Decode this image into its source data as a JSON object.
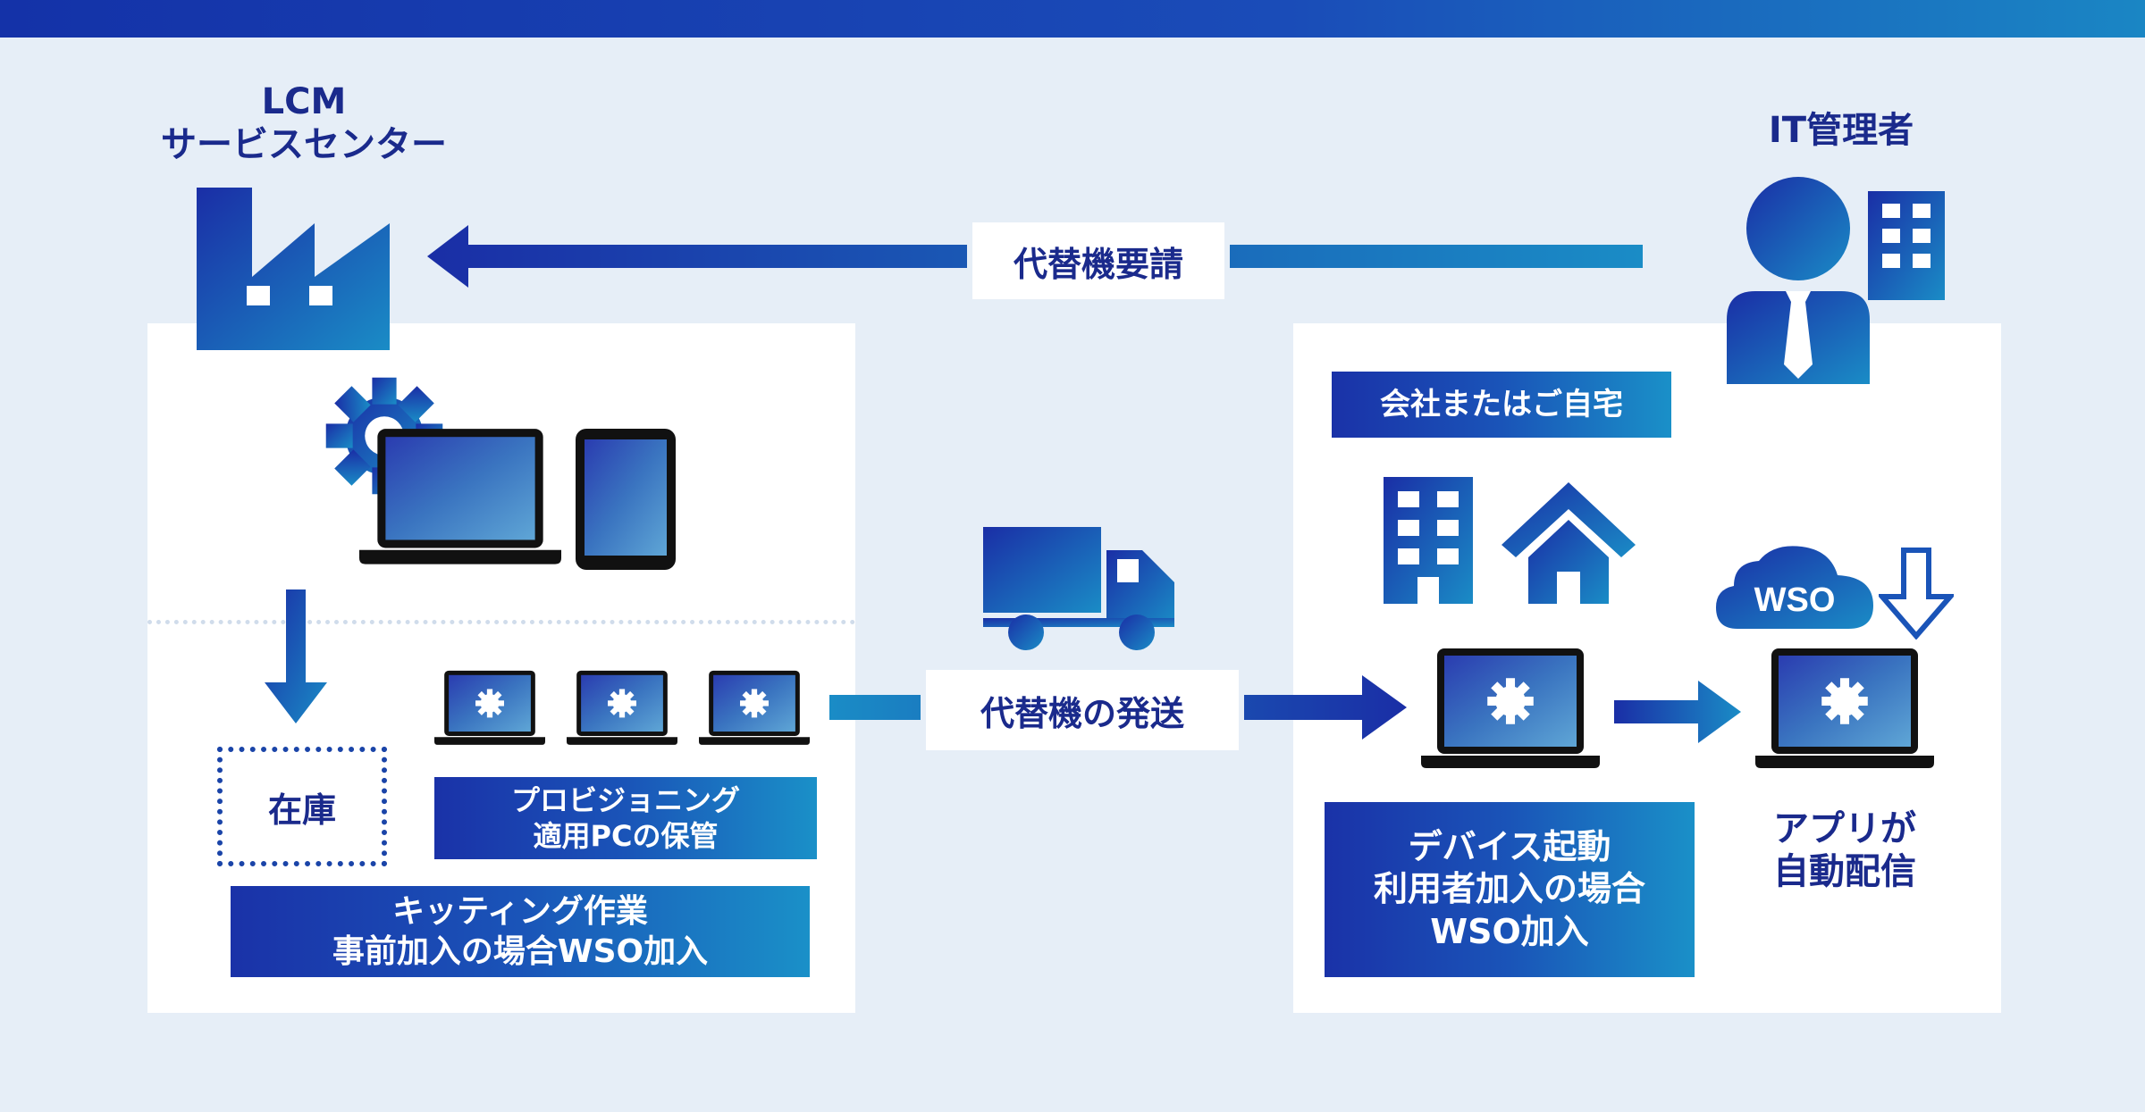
{
  "lcm_title": [
    "LCM",
    "サービスセンター"
  ],
  "it_admin": "IT管理者",
  "request_label": "代替機要請",
  "shipping_label": "代替機の発送",
  "home_label": "会社またはご自宅",
  "stock_label": "在庫",
  "provision_label": [
    "プロビジョニング",
    "適用PCの保管"
  ],
  "kitting_label": [
    "キッティング作業",
    "事前加入の場合WSO加入"
  ],
  "device_label": [
    "デバイス起動",
    "利用者加入の場合",
    "WSO加入"
  ],
  "app_label": [
    "アプリが",
    "自動配信"
  ],
  "cloud_label": "WSO",
  "colors": {
    "dark_blue": "#1a2a8c",
    "mid_blue": "#1a54b8",
    "light_blue": "#1a90c8",
    "background": "#e6eef7"
  }
}
